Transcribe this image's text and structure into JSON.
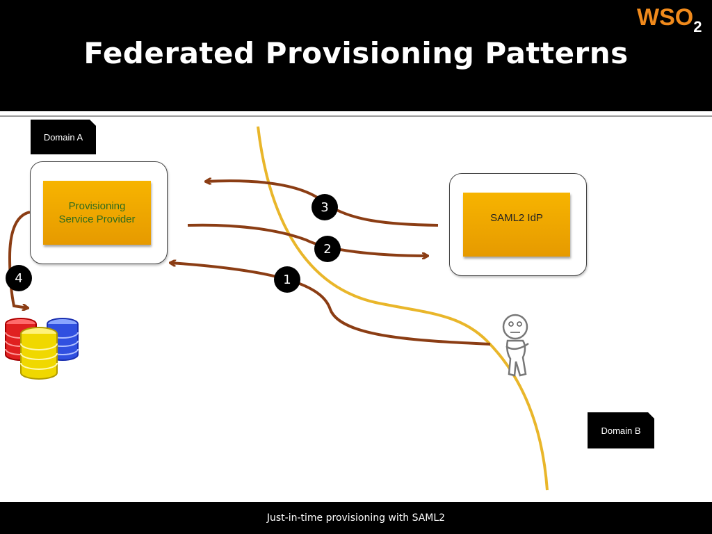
{
  "slide": {
    "title": "Federated Provisioning Patterns",
    "footer": "Just-in-time provisioning with SAML2"
  },
  "logo": {
    "text": "WSO",
    "subscript": "2",
    "color": "#f08a1c"
  },
  "domains": {
    "a": "Domain A",
    "b": "Domain B"
  },
  "boxes": {
    "sp_line1": "Provisioning",
    "sp_line2": "Service Provider",
    "idp": "SAML2 IdP"
  },
  "steps": {
    "one": "1",
    "two": "2",
    "three": "3",
    "four": "4"
  },
  "colors": {
    "arrow": "#8b3d14",
    "boundary": "#e9b62a",
    "box_fill": "#f2a900",
    "sp_text": "#2e6b1e",
    "idp_text": "#222222"
  },
  "icons": {
    "database": "database-stack-icon",
    "user": "user-figure-icon"
  }
}
